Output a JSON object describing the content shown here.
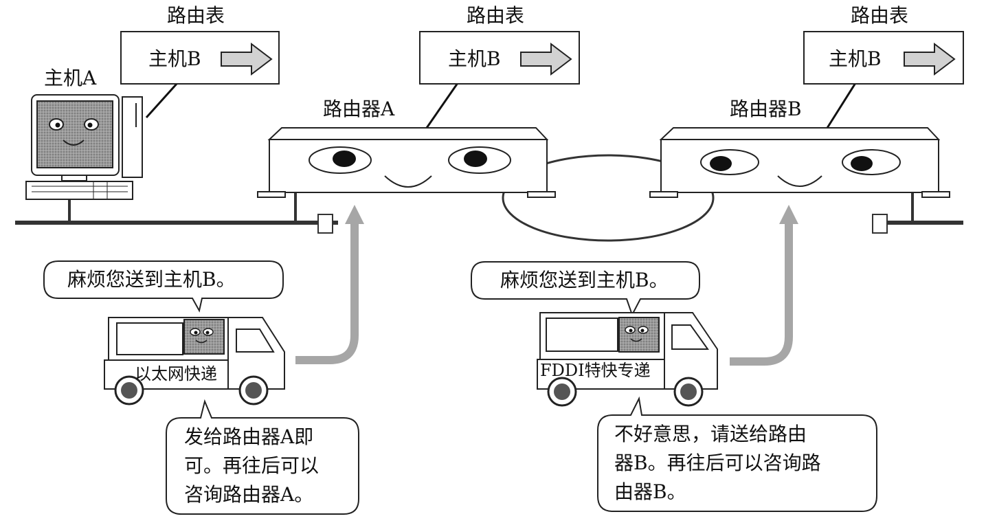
{
  "routing_table_label": "路由表",
  "host_a": {
    "label": "主机A"
  },
  "router_a": {
    "label": "路由器A"
  },
  "router_b": {
    "label": "路由器B"
  },
  "tables": [
    {
      "title": "路由表",
      "entry": "主机B"
    },
    {
      "title": "路由表",
      "entry": "主机B"
    },
    {
      "title": "路由表",
      "entry": "主机B"
    }
  ],
  "trucks": [
    {
      "name": "以太网快递",
      "request": "麻烦您送到主机B。",
      "reply_lines": [
        "发给路由器A即",
        "可。再往后可以",
        "咨询路由器A。"
      ]
    },
    {
      "name": "FDDI特快专递",
      "request": "麻烦您送到主机B。",
      "reply_lines": [
        "不好意思，请送给路由",
        "器B。再往后可以咨询路",
        "由器B。"
      ]
    }
  ]
}
